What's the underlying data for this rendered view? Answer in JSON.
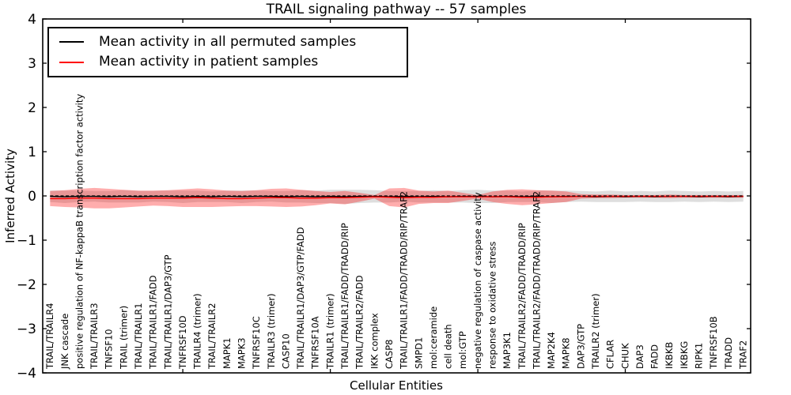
{
  "chart_data": {
    "type": "line",
    "title": "TRAIL signaling pathway -- 57 samples",
    "xlabel": "Cellular Entities",
    "ylabel": "Inferred Activity",
    "ylim": [
      -4,
      4
    ],
    "grid": false,
    "legend_position": "upper-left",
    "y_tick_values": [
      4,
      3,
      2,
      1,
      0,
      -1,
      -2,
      -3,
      -4
    ],
    "y_tick_labels": [
      "4",
      "3",
      "2",
      "1",
      "0",
      "−1",
      "−2",
      "−3",
      "−4"
    ],
    "x_major_tick_indices": [
      9,
      19,
      29,
      39
    ],
    "categories": [
      "TRAIL/TRAILR4",
      "JNK cascade",
      "positive regulation of NF-kappaB transcription factor activity",
      "TRAIL/TRAILR3",
      "TNFSF10",
      "TRAIL (trimer)",
      "TRAIL/TRAILR1",
      "TRAIL/TRAILR1/FADD",
      "TRAIL/TRAILR1/DAP3/GTP",
      "TNFRSF10D",
      "TRAILR4 (trimer)",
      "TRAIL/TRAILR2",
      "MAPK1",
      "MAPK3",
      "TNFRSF10C",
      "TRAILR3 (trimer)",
      "CASP10",
      "TRAIL/TRAILR1/DAP3/GTP/FADD",
      "TNFRSF10A",
      "TRAILR1 (trimer)",
      "TRAIL/TRAILR1/FADD/TRADD/RIP",
      "TRAIL/TRAILR2/FADD",
      "IKK complex",
      "CASP8",
      "TRAIL/TRAILR1/FADD/TRADD/RIP/TRAF2",
      "SMPD1",
      "mol:ceramide",
      "cell death",
      "mol:GTP",
      "negative regulation of caspase activity",
      "response to oxidative stress",
      "MAP3K1",
      "TRAIL/TRAILR2/FADD/TRADD/RIP",
      "TRAIL/TRAILR2/FADD/TRADD/RIP/TRAF2",
      "MAP2K4",
      "MAPK8",
      "DAP3/GTP",
      "TRAILR2 (trimer)",
      "CFLAR",
      "CHUK",
      "DAP3",
      "FADD",
      "IKBKB",
      "IKBKG",
      "RIPK1",
      "TNFRSF10B",
      "TRADD",
      "TRAF2"
    ],
    "series": [
      {
        "name": "Mean activity in all permuted samples",
        "line_color": "#000000",
        "line_style": "solid",
        "band_fill": "rgba(0,0,0,0.13)",
        "mean": [
          -0.01,
          -0.02,
          -0.01,
          -0.01,
          -0.02,
          -0.01,
          -0.02,
          -0.01,
          -0.01,
          -0.02,
          -0.01,
          -0.02,
          -0.01,
          -0.02,
          -0.01,
          -0.01,
          -0.02,
          -0.01,
          -0.02,
          -0.01,
          -0.02,
          -0.01,
          -0.01,
          -0.02,
          -0.01,
          -0.02,
          -0.01,
          -0.02,
          -0.01,
          -0.01,
          -0.02,
          -0.01,
          -0.02,
          -0.01,
          -0.02,
          -0.01,
          -0.01,
          -0.02,
          -0.01,
          -0.02,
          -0.01,
          -0.02,
          -0.01,
          -0.01,
          -0.02,
          -0.01,
          -0.02,
          -0.01
        ],
        "std": [
          0.13,
          0.14,
          0.13,
          0.12,
          0.13,
          0.14,
          0.13,
          0.12,
          0.13,
          0.14,
          0.13,
          0.12,
          0.13,
          0.14,
          0.13,
          0.12,
          0.13,
          0.14,
          0.14,
          0.15,
          0.16,
          0.15,
          0.14,
          0.13,
          0.12,
          0.13,
          0.14,
          0.13,
          0.14,
          0.15,
          0.14,
          0.13,
          0.12,
          0.13,
          0.14,
          0.13,
          0.12,
          0.12,
          0.13,
          0.12,
          0.12,
          0.12,
          0.13,
          0.12,
          0.12,
          0.12,
          0.12,
          0.12
        ]
      },
      {
        "name": "Mean activity in patient samples",
        "line_color": "#ff0000",
        "line_style": "solid",
        "band_fill": "rgba(255,0,0,0.32)",
        "mean": [
          -0.06,
          -0.06,
          -0.05,
          -0.05,
          -0.06,
          -0.06,
          -0.06,
          -0.05,
          -0.05,
          -0.05,
          -0.04,
          -0.05,
          -0.06,
          -0.06,
          -0.05,
          -0.04,
          -0.04,
          -0.05,
          -0.05,
          -0.04,
          -0.04,
          -0.03,
          -0.02,
          -0.03,
          -0.04,
          -0.03,
          -0.03,
          -0.02,
          -0.02,
          -0.02,
          -0.02,
          -0.02,
          -0.03,
          -0.03,
          -0.02,
          -0.02,
          -0.01,
          -0.01,
          -0.01,
          -0.01,
          -0.01,
          -0.01,
          -0.01,
          -0.01,
          -0.01,
          -0.01,
          -0.01,
          -0.01
        ],
        "std": [
          0.17,
          0.19,
          0.21,
          0.23,
          0.22,
          0.2,
          0.18,
          0.17,
          0.18,
          0.2,
          0.21,
          0.2,
          0.18,
          0.17,
          0.18,
          0.2,
          0.21,
          0.19,
          0.16,
          0.13,
          0.15,
          0.1,
          0.04,
          0.2,
          0.22,
          0.15,
          0.13,
          0.14,
          0.09,
          0.04,
          0.12,
          0.16,
          0.18,
          0.16,
          0.14,
          0.12,
          0.05,
          0.04,
          0.04,
          0.03,
          0.03,
          0.03,
          0.04,
          0.03,
          0.03,
          0.03,
          0.03,
          0.03
        ]
      }
    ],
    "reference_line": {
      "value": 0,
      "color": "#000000",
      "style": "dashed"
    }
  }
}
